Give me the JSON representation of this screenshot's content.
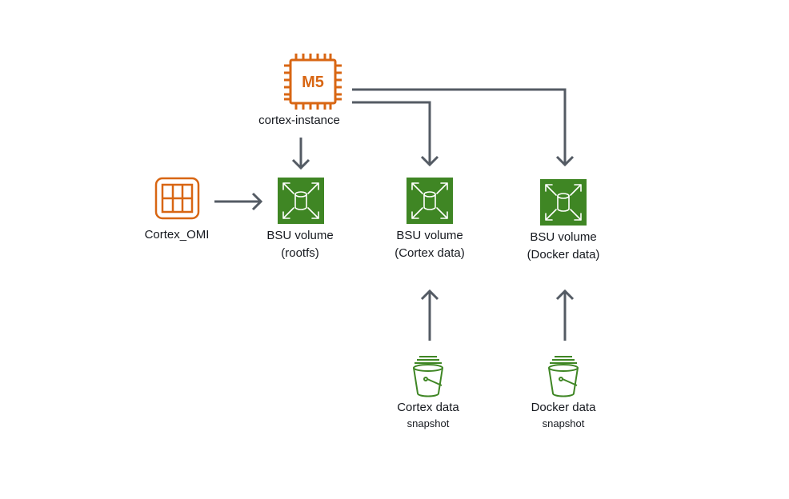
{
  "colors": {
    "compute": "#d86613",
    "storage": "#3f8624",
    "storage_dark": "#2e6a1b",
    "arrow": "#545b64",
    "text": "#16191f"
  },
  "instance": {
    "chip_label": "M5",
    "name": "cortex-instance",
    "icon": "ec2-instance-chip-icon"
  },
  "ami": {
    "name": "Cortex_OMI",
    "icon": "machine-image-icon"
  },
  "volumes": [
    {
      "line1": "BSU volume",
      "line2": "(rootfs)",
      "icon": "ebs-volume-icon"
    },
    {
      "line1": "BSU volume",
      "line2": "(Cortex data)",
      "icon": "ebs-volume-icon"
    },
    {
      "line1": "BSU volume",
      "line2": "(Docker data)",
      "icon": "ebs-volume-icon"
    }
  ],
  "snapshots": [
    {
      "line1": "Cortex data",
      "line2": "snapshot",
      "icon": "snapshot-bucket-icon"
    },
    {
      "line1": "Docker data",
      "line2": "snapshot",
      "icon": "snapshot-bucket-icon"
    }
  ]
}
